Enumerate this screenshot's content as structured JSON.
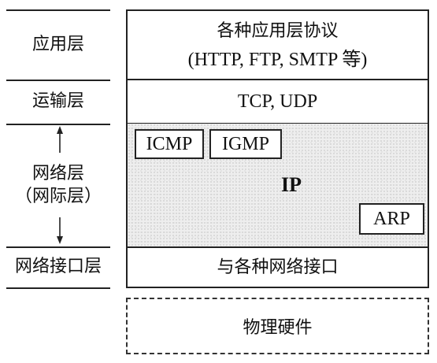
{
  "layers": {
    "application": {
      "label": "应用层",
      "box_line1": "各种应用层协议",
      "box_line2": "(HTTP, FTP, SMTP 等)"
    },
    "transport": {
      "label": "运输层",
      "box": "TCP, UDP"
    },
    "network": {
      "label_line1": "网络层",
      "label_line2": "（网际层）",
      "protocols": {
        "icmp": "ICMP",
        "igmp": "IGMP",
        "ip": "IP",
        "arp": "ARP"
      }
    },
    "interface": {
      "label": "网络接口层",
      "box": "与各种网络接口"
    },
    "hardware": {
      "box": "物理硬件"
    }
  },
  "colors": {
    "line": "#222222",
    "ip_region_fill": "#eeeeee",
    "background": "#ffffff"
  }
}
